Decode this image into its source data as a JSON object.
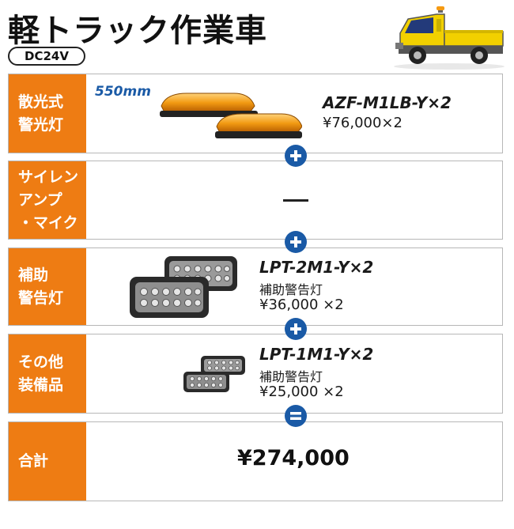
{
  "header": {
    "title": "軽トラック作業車",
    "voltage": "DC24V"
  },
  "rows": [
    {
      "category": [
        "散光式",
        "警光灯"
      ],
      "size": "550mm",
      "product": "AZF-M1LB-Y×2",
      "price": "¥76,000×2"
    },
    {
      "category": [
        "サイレン",
        "アンプ",
        "・マイク"
      ],
      "product": "—"
    },
    {
      "category": [
        "補助",
        "警告灯"
      ],
      "product": "LPT-2M1-Y×2",
      "type": "補助警告灯",
      "price": "¥36,000 ×2"
    },
    {
      "category": [
        "その他",
        "装備品"
      ],
      "product": "LPT-1M1-Y×2",
      "type": "補助警告灯",
      "price": "¥25,000 ×2"
    },
    {
      "category": [
        "合計"
      ],
      "total": "¥274,000"
    }
  ],
  "icons": {
    "operator_plus": "plus-icon",
    "operator_equals": "equals-icon",
    "truck": "truck-icon"
  },
  "colors": {
    "category_bg": "#ee7c13",
    "operator_bg": "#1a5aa6",
    "size_text": "#1a5aa6",
    "truck_body": "#f2d000"
  }
}
